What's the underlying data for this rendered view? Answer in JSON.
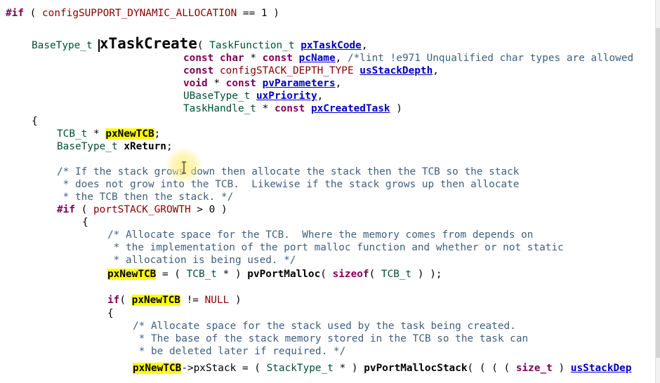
{
  "editor": {
    "lines": [
      {
        "segments": [
          [
            "kw",
            "#if"
          ],
          [
            "t",
            " ( "
          ],
          [
            "mac",
            "configSUPPORT_DYNAMIC_ALLOCATION"
          ],
          [
            "t",
            " == 1 )"
          ]
        ]
      },
      {
        "segments": [
          [
            "typ",
            "BaseType_t"
          ],
          [
            "t",
            " "
          ],
          [
            "cursor",
            ""
          ],
          [
            "fn-big",
            "xTaskCreate"
          ],
          [
            "t",
            "( "
          ],
          [
            "typ",
            "TaskFunction_t"
          ],
          [
            "t",
            " "
          ],
          [
            "par",
            "pxTaskCode"
          ],
          [
            "t",
            ","
          ]
        ]
      },
      {
        "segments": [
          [
            "kw2",
            "const"
          ],
          [
            "t",
            " "
          ],
          [
            "kw2",
            "char"
          ],
          [
            "t",
            " * "
          ],
          [
            "kw2",
            "const"
          ],
          [
            "t",
            " "
          ],
          [
            "par",
            "pcName"
          ],
          [
            "t",
            ", "
          ],
          [
            "cm",
            "/*lint !e971 Unqualified char types are allowed"
          ]
        ]
      },
      {
        "segments": [
          [
            "kw2",
            "const"
          ],
          [
            "t",
            " "
          ],
          [
            "mac",
            "configSTACK_DEPTH_TYPE"
          ],
          [
            "t",
            " "
          ],
          [
            "par",
            "usStackDepth"
          ],
          [
            "t",
            ","
          ]
        ]
      },
      {
        "segments": [
          [
            "kw2",
            "void"
          ],
          [
            "t",
            " * "
          ],
          [
            "kw2",
            "const"
          ],
          [
            "t",
            " "
          ],
          [
            "par",
            "pvParameters"
          ],
          [
            "t",
            ","
          ]
        ]
      },
      {
        "segments": [
          [
            "typ",
            "UBaseType_t"
          ],
          [
            "t",
            " "
          ],
          [
            "par",
            "uxPriority"
          ],
          [
            "t",
            ","
          ]
        ]
      },
      {
        "segments": [
          [
            "typ",
            "TaskHandle_t"
          ],
          [
            "t",
            " * "
          ],
          [
            "kw2",
            "const"
          ],
          [
            "t",
            " "
          ],
          [
            "par",
            "pxCreatedTask"
          ],
          [
            "t",
            " )"
          ]
        ]
      },
      {
        "segments": [
          [
            "t",
            "{"
          ]
        ]
      },
      {
        "segments": [
          [
            "typ",
            "TCB_t"
          ],
          [
            "t",
            " * "
          ],
          [
            "hl",
            "pxNewTCB"
          ],
          [
            "t",
            ";"
          ]
        ]
      },
      {
        "segments": [
          [
            "typ",
            "BaseType_t"
          ],
          [
            "t",
            " "
          ],
          [
            "var",
            "xReturn"
          ],
          [
            "t",
            ";"
          ]
        ]
      },
      {
        "segments": [
          [
            "cm",
            "/* If the stack grows down then allocate the stack then the TCB so the stack"
          ]
        ]
      },
      {
        "segments": [
          [
            "cm",
            " * does not grow into the TCB.  Likewise if the stack grows up then allocate"
          ]
        ]
      },
      {
        "segments": [
          [
            "cm",
            " * the TCB then the stack. */"
          ]
        ]
      },
      {
        "segments": [
          [
            "kw",
            "#if"
          ],
          [
            "t",
            " ( "
          ],
          [
            "mac",
            "portSTACK_GROWTH"
          ],
          [
            "t",
            " > 0 )"
          ]
        ]
      },
      {
        "segments": [
          [
            "t",
            "{"
          ]
        ]
      },
      {
        "segments": [
          [
            "cm",
            "/* Allocate space for the TCB.  Where the memory comes from depends on"
          ]
        ]
      },
      {
        "segments": [
          [
            "cm",
            " * the implementation of the port malloc function and whether or not static"
          ]
        ]
      },
      {
        "segments": [
          [
            "cm",
            " * allocation is being used. */"
          ]
        ]
      },
      {
        "segments": [
          [
            "hl",
            "pxNewTCB"
          ],
          [
            "t",
            " = ( "
          ],
          [
            "typ",
            "TCB_t"
          ],
          [
            "t",
            " * ) "
          ],
          [
            "fn",
            "pvPortMalloc"
          ],
          [
            "t",
            "( "
          ],
          [
            "kw2",
            "sizeof"
          ],
          [
            "t",
            "( "
          ],
          [
            "typ",
            "TCB_t"
          ],
          [
            "t",
            " ) );"
          ]
        ]
      },
      {
        "segments": [
          [
            "kw",
            "if"
          ],
          [
            "t",
            "( "
          ],
          [
            "hl",
            "pxNewTCB"
          ],
          [
            "t",
            " != "
          ],
          [
            "null",
            "NULL"
          ],
          [
            "t",
            " )"
          ]
        ]
      },
      {
        "segments": [
          [
            "t",
            "{"
          ]
        ]
      },
      {
        "segments": [
          [
            "cm",
            "/* Allocate space for the stack used by the task being created."
          ]
        ]
      },
      {
        "segments": [
          [
            "cm",
            " * The base of the stack memory stored in the TCB so the task can"
          ]
        ]
      },
      {
        "segments": [
          [
            "cm",
            " * be deleted later if required. */"
          ]
        ]
      },
      {
        "segments": [
          [
            "hl",
            "pxNewTCB"
          ],
          [
            "t",
            "->pxStack = ( "
          ],
          [
            "typ",
            "StackType_t"
          ],
          [
            "t",
            " * ) "
          ],
          [
            "fn",
            "pvPortMallocStack"
          ],
          [
            "t",
            "( ( ( ( "
          ],
          [
            "kw2",
            "size_t"
          ],
          [
            "t",
            " ) "
          ],
          [
            "par2",
            "usStackDep"
          ]
        ]
      }
    ]
  }
}
